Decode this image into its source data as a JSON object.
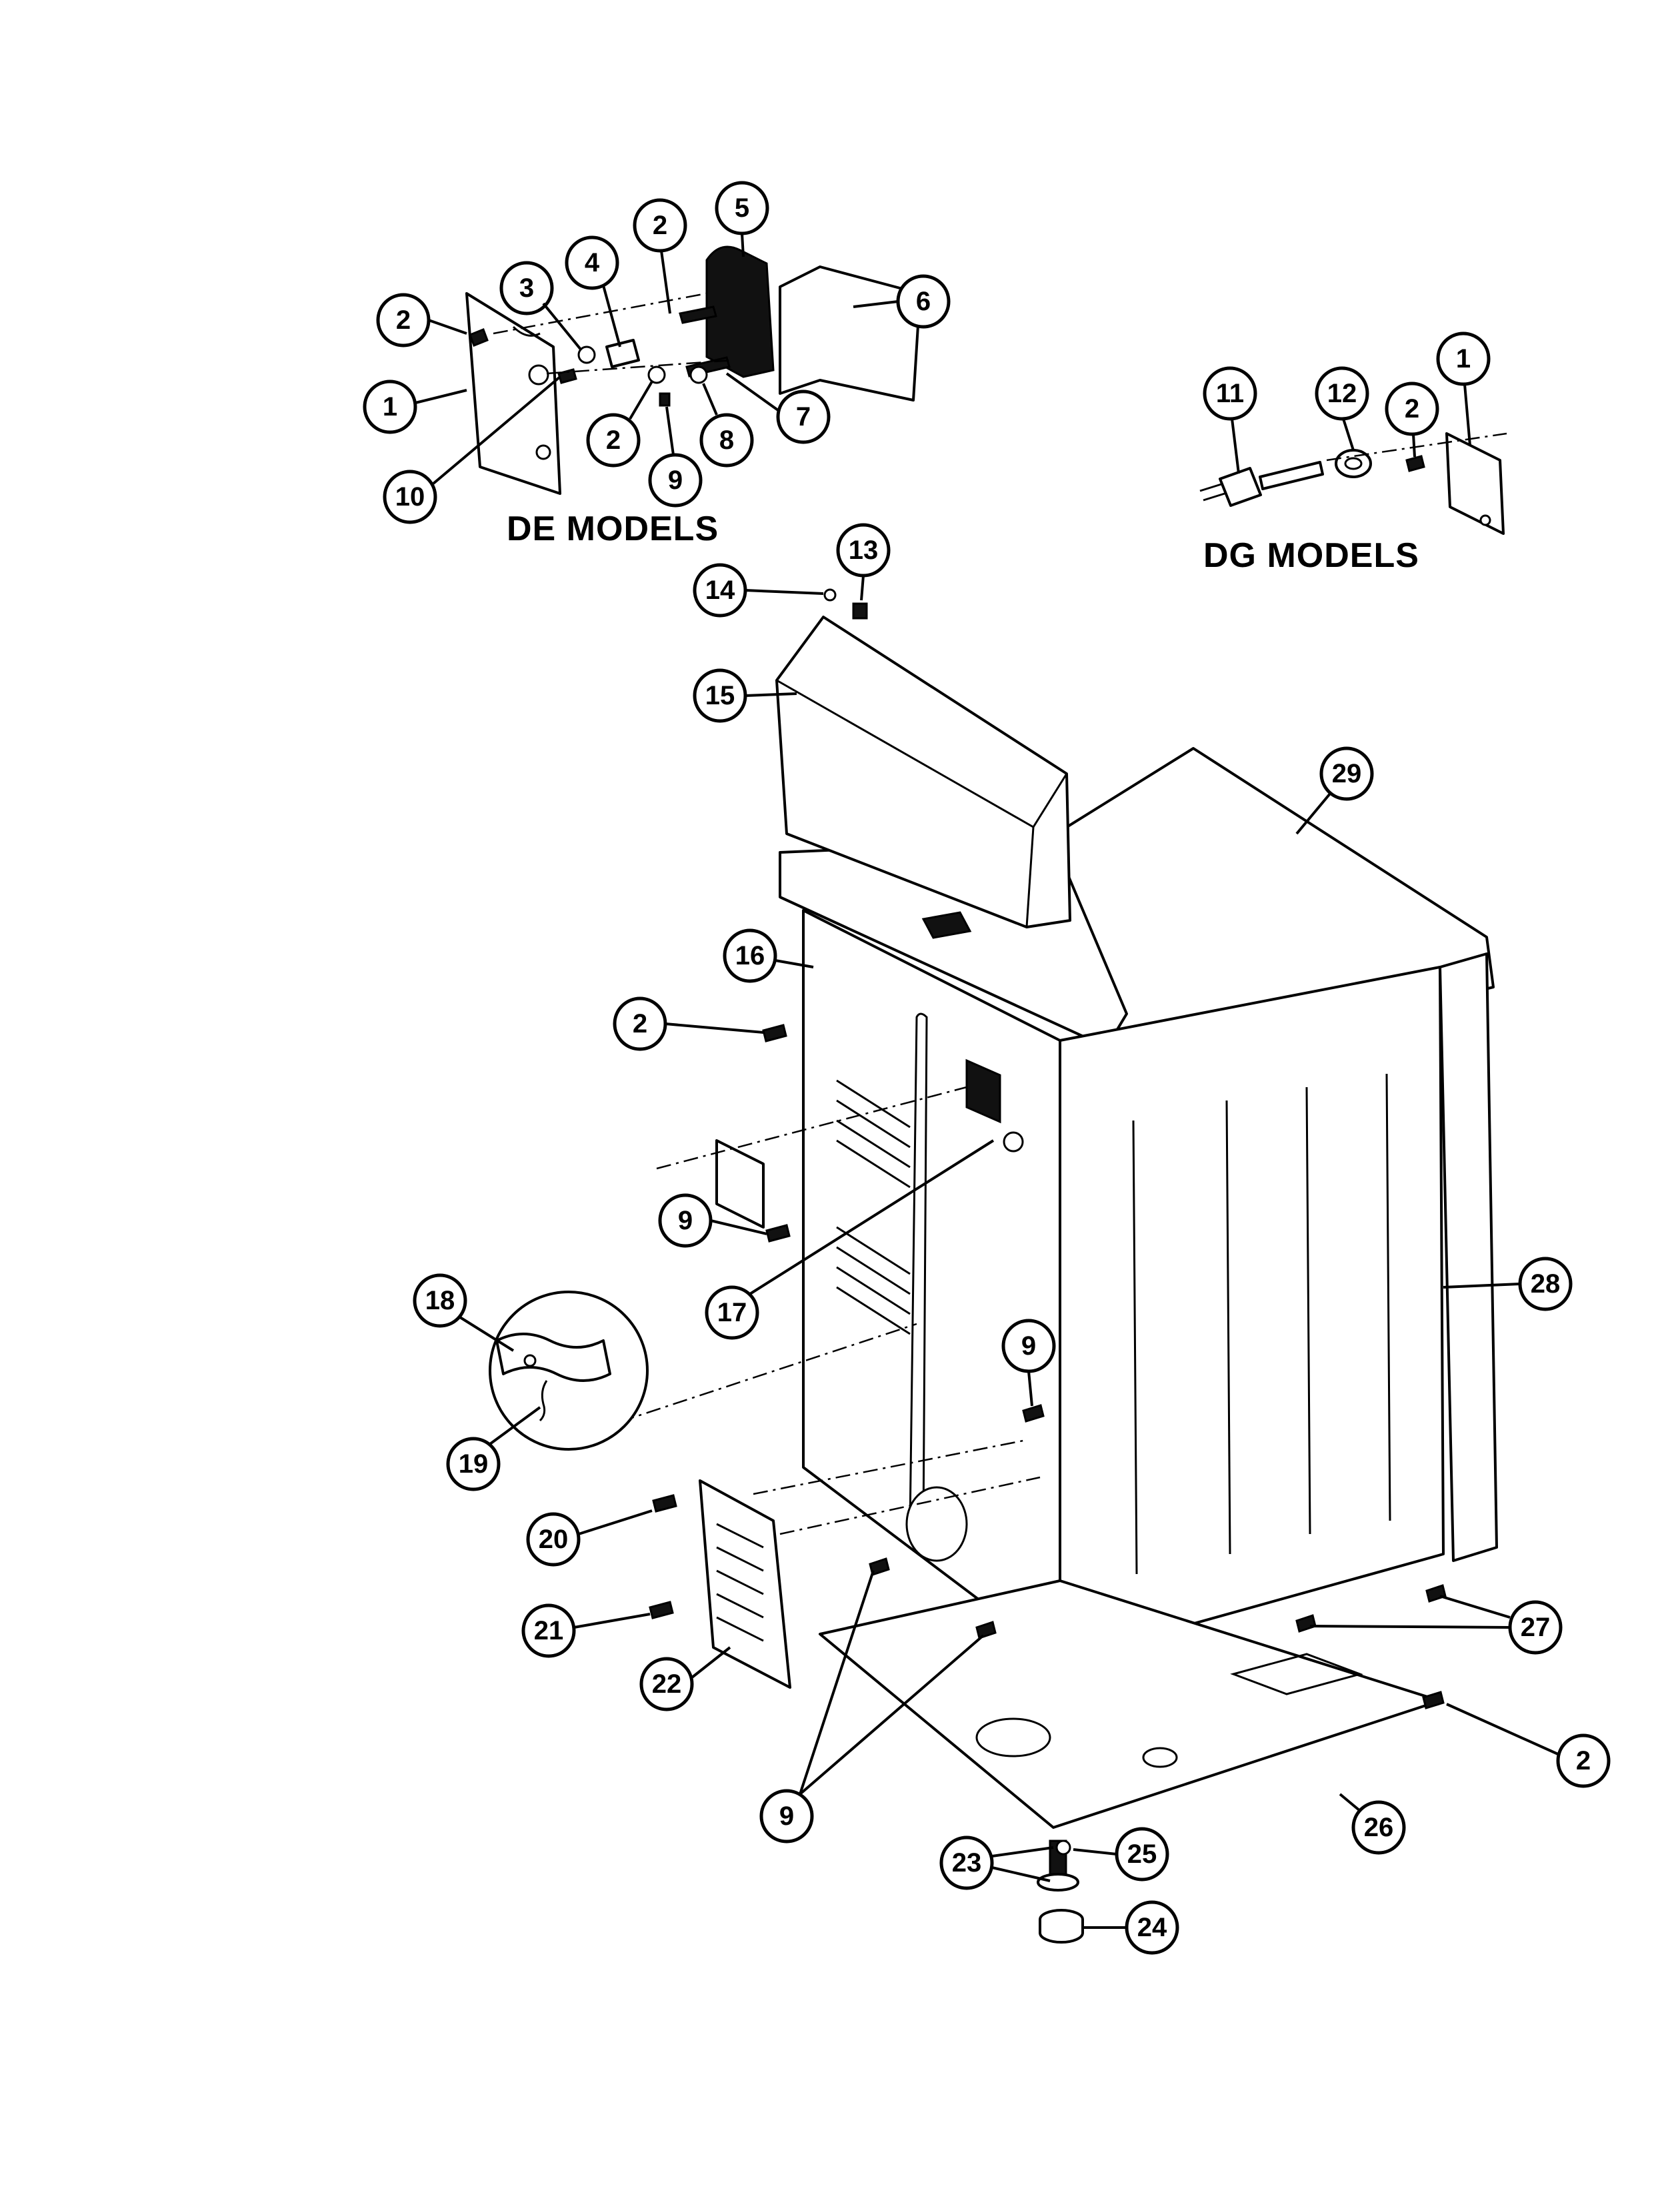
{
  "sections": {
    "de_label": "DE MODELS",
    "dg_label": "DG MODELS"
  },
  "callouts": [
    {
      "id": "c-de-1",
      "label": "1"
    },
    {
      "id": "c-de-2a",
      "label": "2"
    },
    {
      "id": "c-de-3",
      "label": "3"
    },
    {
      "id": "c-de-4",
      "label": "4"
    },
    {
      "id": "c-de-2b",
      "label": "2"
    },
    {
      "id": "c-de-5",
      "label": "5"
    },
    {
      "id": "c-de-6",
      "label": "6"
    },
    {
      "id": "c-de-7",
      "label": "7"
    },
    {
      "id": "c-de-8",
      "label": "8"
    },
    {
      "id": "c-de-9",
      "label": "9"
    },
    {
      "id": "c-de-2c",
      "label": "2"
    },
    {
      "id": "c-de-10",
      "label": "10"
    },
    {
      "id": "c-dg-11",
      "label": "11"
    },
    {
      "id": "c-dg-12",
      "label": "12"
    },
    {
      "id": "c-dg-2",
      "label": "2"
    },
    {
      "id": "c-dg-1",
      "label": "1"
    },
    {
      "id": "c-13",
      "label": "13"
    },
    {
      "id": "c-14",
      "label": "14"
    },
    {
      "id": "c-15",
      "label": "15"
    },
    {
      "id": "c-29",
      "label": "29"
    },
    {
      "id": "c-16",
      "label": "16"
    },
    {
      "id": "c-2m",
      "label": "2"
    },
    {
      "id": "c-9a",
      "label": "9"
    },
    {
      "id": "c-17",
      "label": "17"
    },
    {
      "id": "c-28",
      "label": "28"
    },
    {
      "id": "c-18",
      "label": "18"
    },
    {
      "id": "c-19",
      "label": "19"
    },
    {
      "id": "c-9b",
      "label": "9"
    },
    {
      "id": "c-20",
      "label": "20"
    },
    {
      "id": "c-21",
      "label": "21"
    },
    {
      "id": "c-22",
      "label": "22"
    },
    {
      "id": "c-27",
      "label": "27"
    },
    {
      "id": "c-2r",
      "label": "2"
    },
    {
      "id": "c-9c",
      "label": "9"
    },
    {
      "id": "c-26",
      "label": "26"
    },
    {
      "id": "c-23",
      "label": "23"
    },
    {
      "id": "c-25",
      "label": "25"
    },
    {
      "id": "c-24",
      "label": "24"
    }
  ]
}
